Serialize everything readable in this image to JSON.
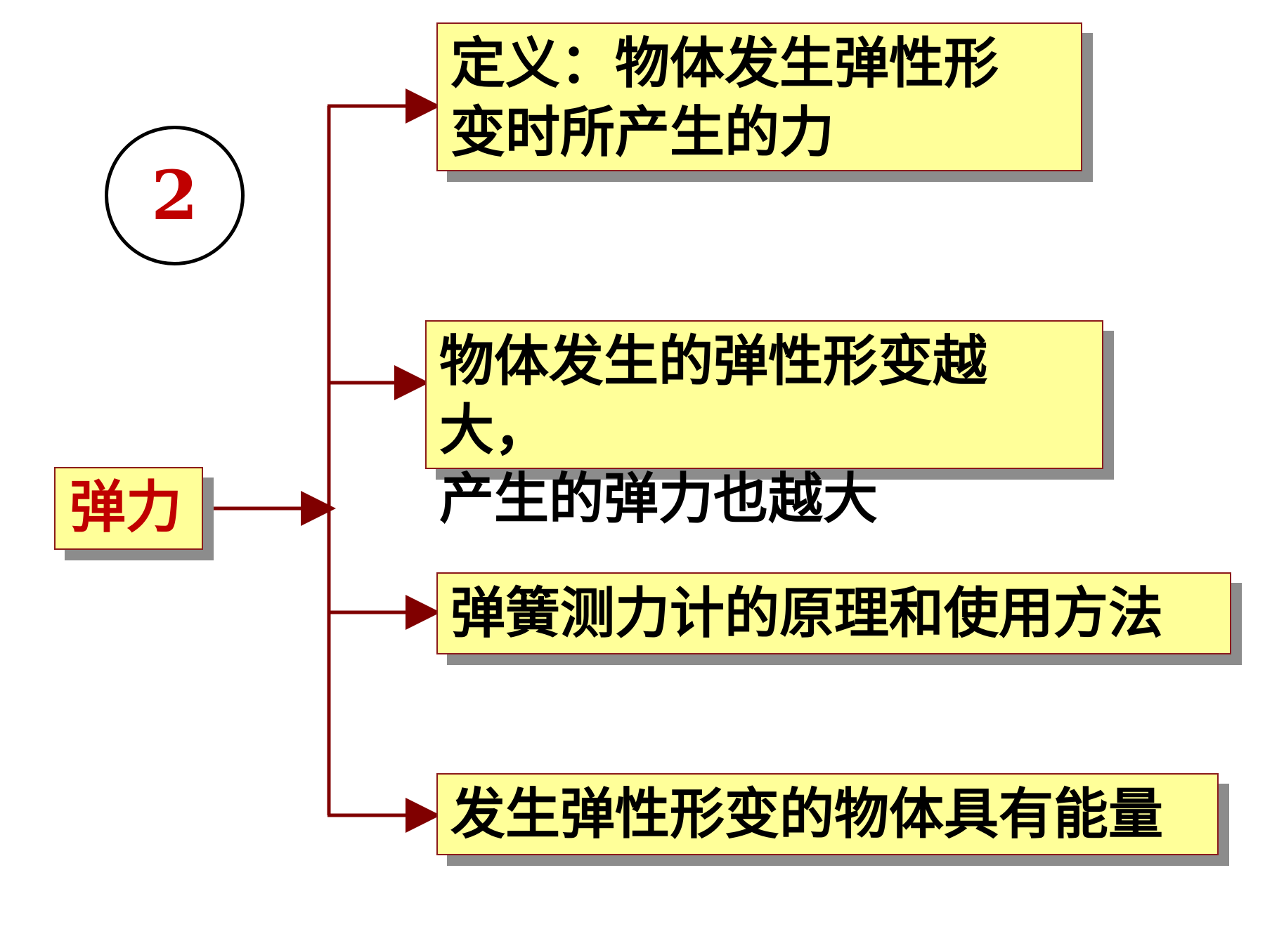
{
  "diagram": {
    "badge_number": "2",
    "root_label": "弹力",
    "branches": [
      {
        "text": "定义：物体发生弹性形\n变时所产生的力"
      },
      {
        "text": "物体发生的弹性形变越大，\n产生的弹力也越大"
      },
      {
        "text": "弹簧测力计的原理和使用方法"
      },
      {
        "text": "发生弹性形变的物体具有能量"
      }
    ]
  },
  "colors": {
    "box_fill": "#ffff99",
    "box_border": "#8b1a1a",
    "box_shadow": "#8c8c8c",
    "connector": "#800000",
    "accent_text": "#c00000",
    "body_text": "#000000"
  }
}
